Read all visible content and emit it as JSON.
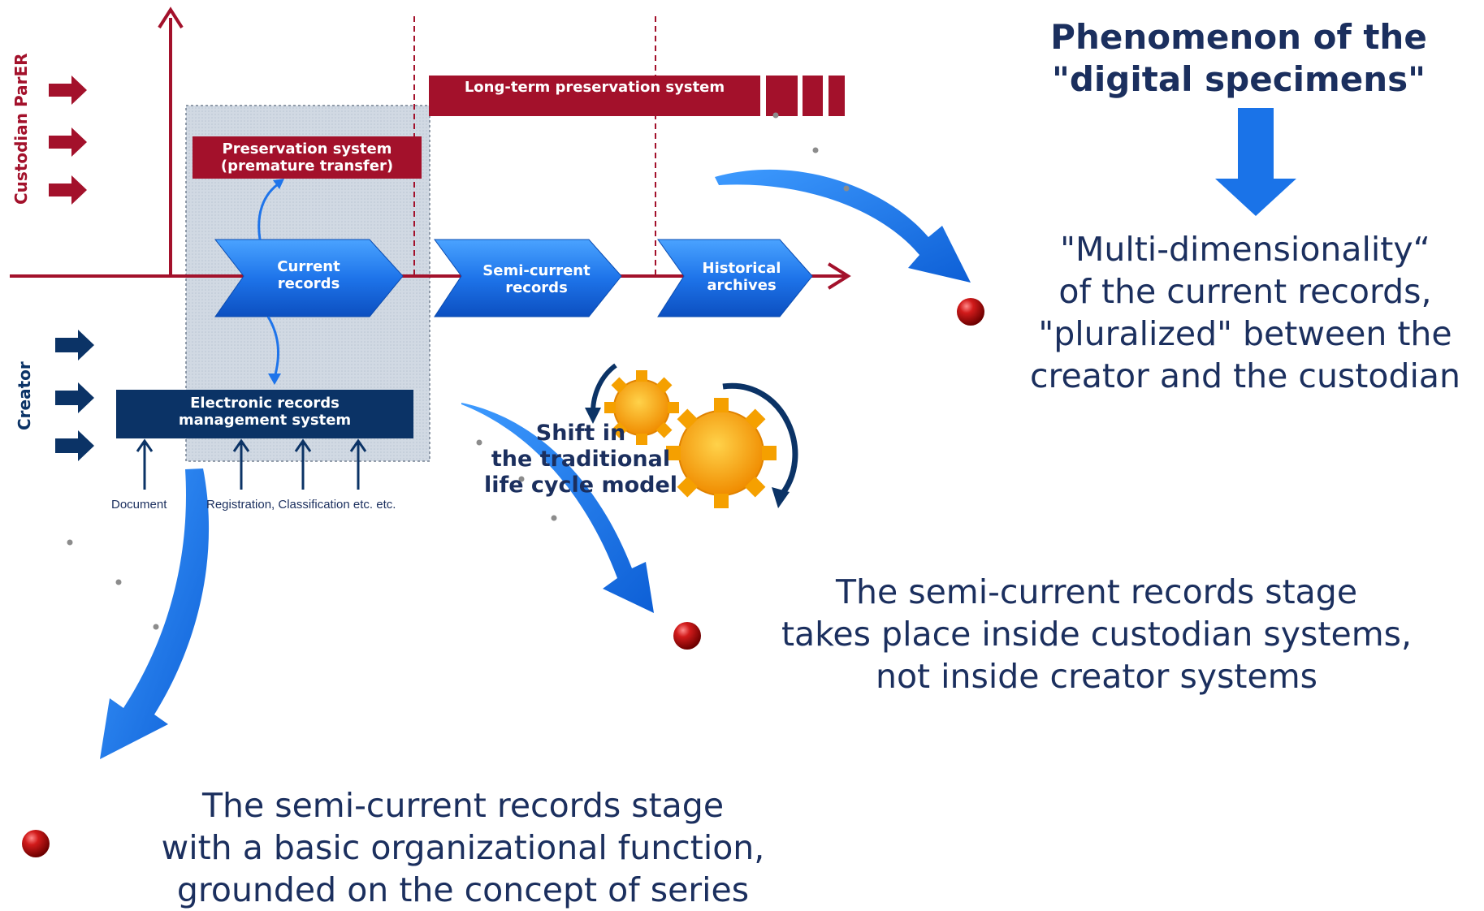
{
  "heading": {
    "line1": "Phenomenon of the",
    "line2": "\"digital specimens\""
  },
  "multi_dimensionality": {
    "line1": "\"Multi-dimensionality“",
    "line2": "of the current records,",
    "line3": "\"pluralized\" between the",
    "line4": "creator and the custodian"
  },
  "custodian_stage": {
    "line1": "The semi-current records stage",
    "line2": "takes place inside custodian systems,",
    "line3": "not inside creator systems"
  },
  "organizational_stage": {
    "line1": "The semi-current records stage",
    "line2": "with a basic organizational function,",
    "line3": "grounded on the concept of series"
  },
  "labels": {
    "custodian_axis": "Custodian ParER",
    "creator_axis": "Creator",
    "long_term": "Long-term preservation system",
    "preservation_line1": "Preservation system",
    "preservation_line2": "(premature transfer)",
    "current_line1": "Current",
    "current_line2": "records",
    "semi_line1": "Semi-current",
    "semi_line2": "records",
    "historical_line1": "Historical",
    "historical_line2": "archives",
    "erms_line1": "Electronic records",
    "erms_line2": "management system",
    "document": "Document",
    "registration": "Registration, Classification etc. etc.",
    "shift_line1": "Shift in",
    "shift_line2": "the traditional",
    "shift_line3": "life cycle model"
  },
  "colors": {
    "custodian_red": "#a3112b",
    "creator_navy": "#0b3366",
    "flow_blue": "#1a73e8",
    "text_navy": "#1b2f5e",
    "gear_orange": "#f7a21b"
  },
  "icons": [
    "right-arrow-icon",
    "down-arrow-icon",
    "curved-arrow-icon",
    "gear-icon",
    "bullet-icon"
  ]
}
